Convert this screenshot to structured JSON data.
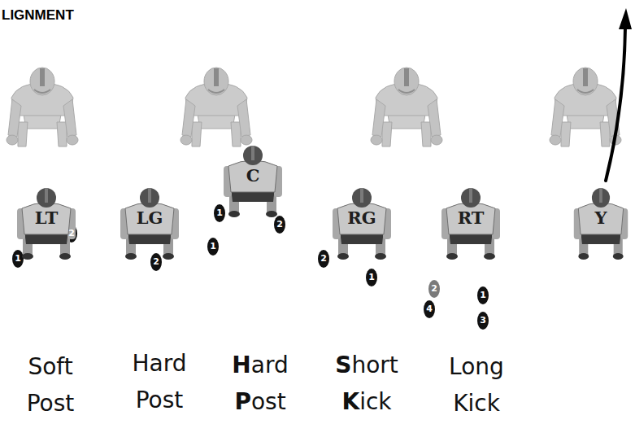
{
  "diagram": {
    "title": "LIGNMENT",
    "nodes": [
      {
        "text": [
          "LT"
        ]
      },
      {
        "text": [
          "LG"
        ]
      },
      {
        "text": [
          "C"
        ]
      },
      {
        "text": [
          "RG"
        ]
      },
      {
        "text": [
          "RT"
        ]
      },
      {
        "text": [
          "Y"
        ]
      }
    ],
    "labels": [
      "1",
      "2",
      "2",
      "1",
      "2",
      "1",
      "2",
      "1",
      "2",
      "4",
      "1",
      "3",
      "Soft Post",
      "Hard Post",
      "Hard Post",
      "Short Kick",
      "Long Kick"
    ]
  }
}
